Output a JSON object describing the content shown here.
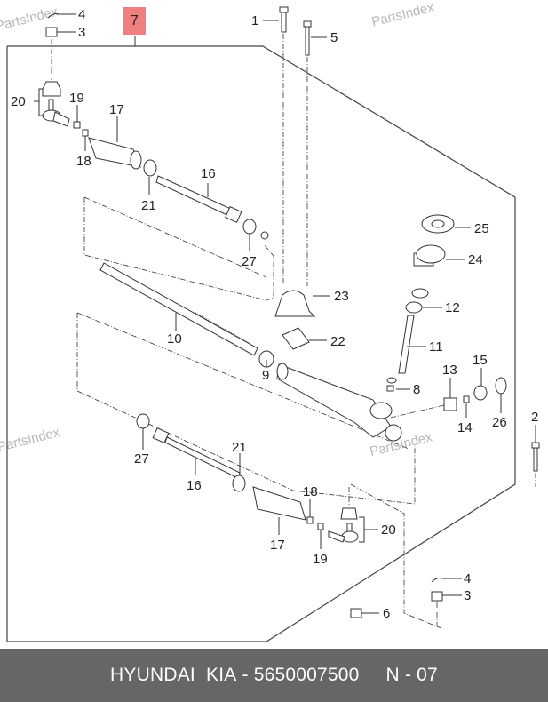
{
  "diagram": {
    "assembly_badge": "7",
    "watermark": "PartsIndex",
    "callouts": {
      "c1": "1",
      "c2": "2",
      "c3a": "3",
      "c3b": "3",
      "c4a": "4",
      "c4b": "4",
      "c5": "5",
      "c6": "6",
      "c8": "8",
      "c9": "9",
      "c10": "10",
      "c11": "11",
      "c12": "12",
      "c13": "13",
      "c14": "14",
      "c15": "15",
      "c16a": "16",
      "c16b": "16",
      "c17a": "17",
      "c17b": "17",
      "c18a": "18",
      "c18b": "18",
      "c19a": "19",
      "c19b": "19",
      "c20a": "20",
      "c20b": "20",
      "c21a": "21",
      "c21b": "21",
      "c22": "22",
      "c23": "23",
      "c24": "24",
      "c25": "25",
      "c26": "26",
      "c27a": "27",
      "c27b": "27"
    }
  },
  "footer": {
    "brand": "HYUNDAI  KIA",
    "separator": " - ",
    "part_number": "5650007500",
    "diagram_code": "N - 07"
  },
  "colors": {
    "badge": "#f08080",
    "footer_bg": "#666666",
    "footer_text": "#ffffff",
    "watermark": "#b8b8b8"
  }
}
